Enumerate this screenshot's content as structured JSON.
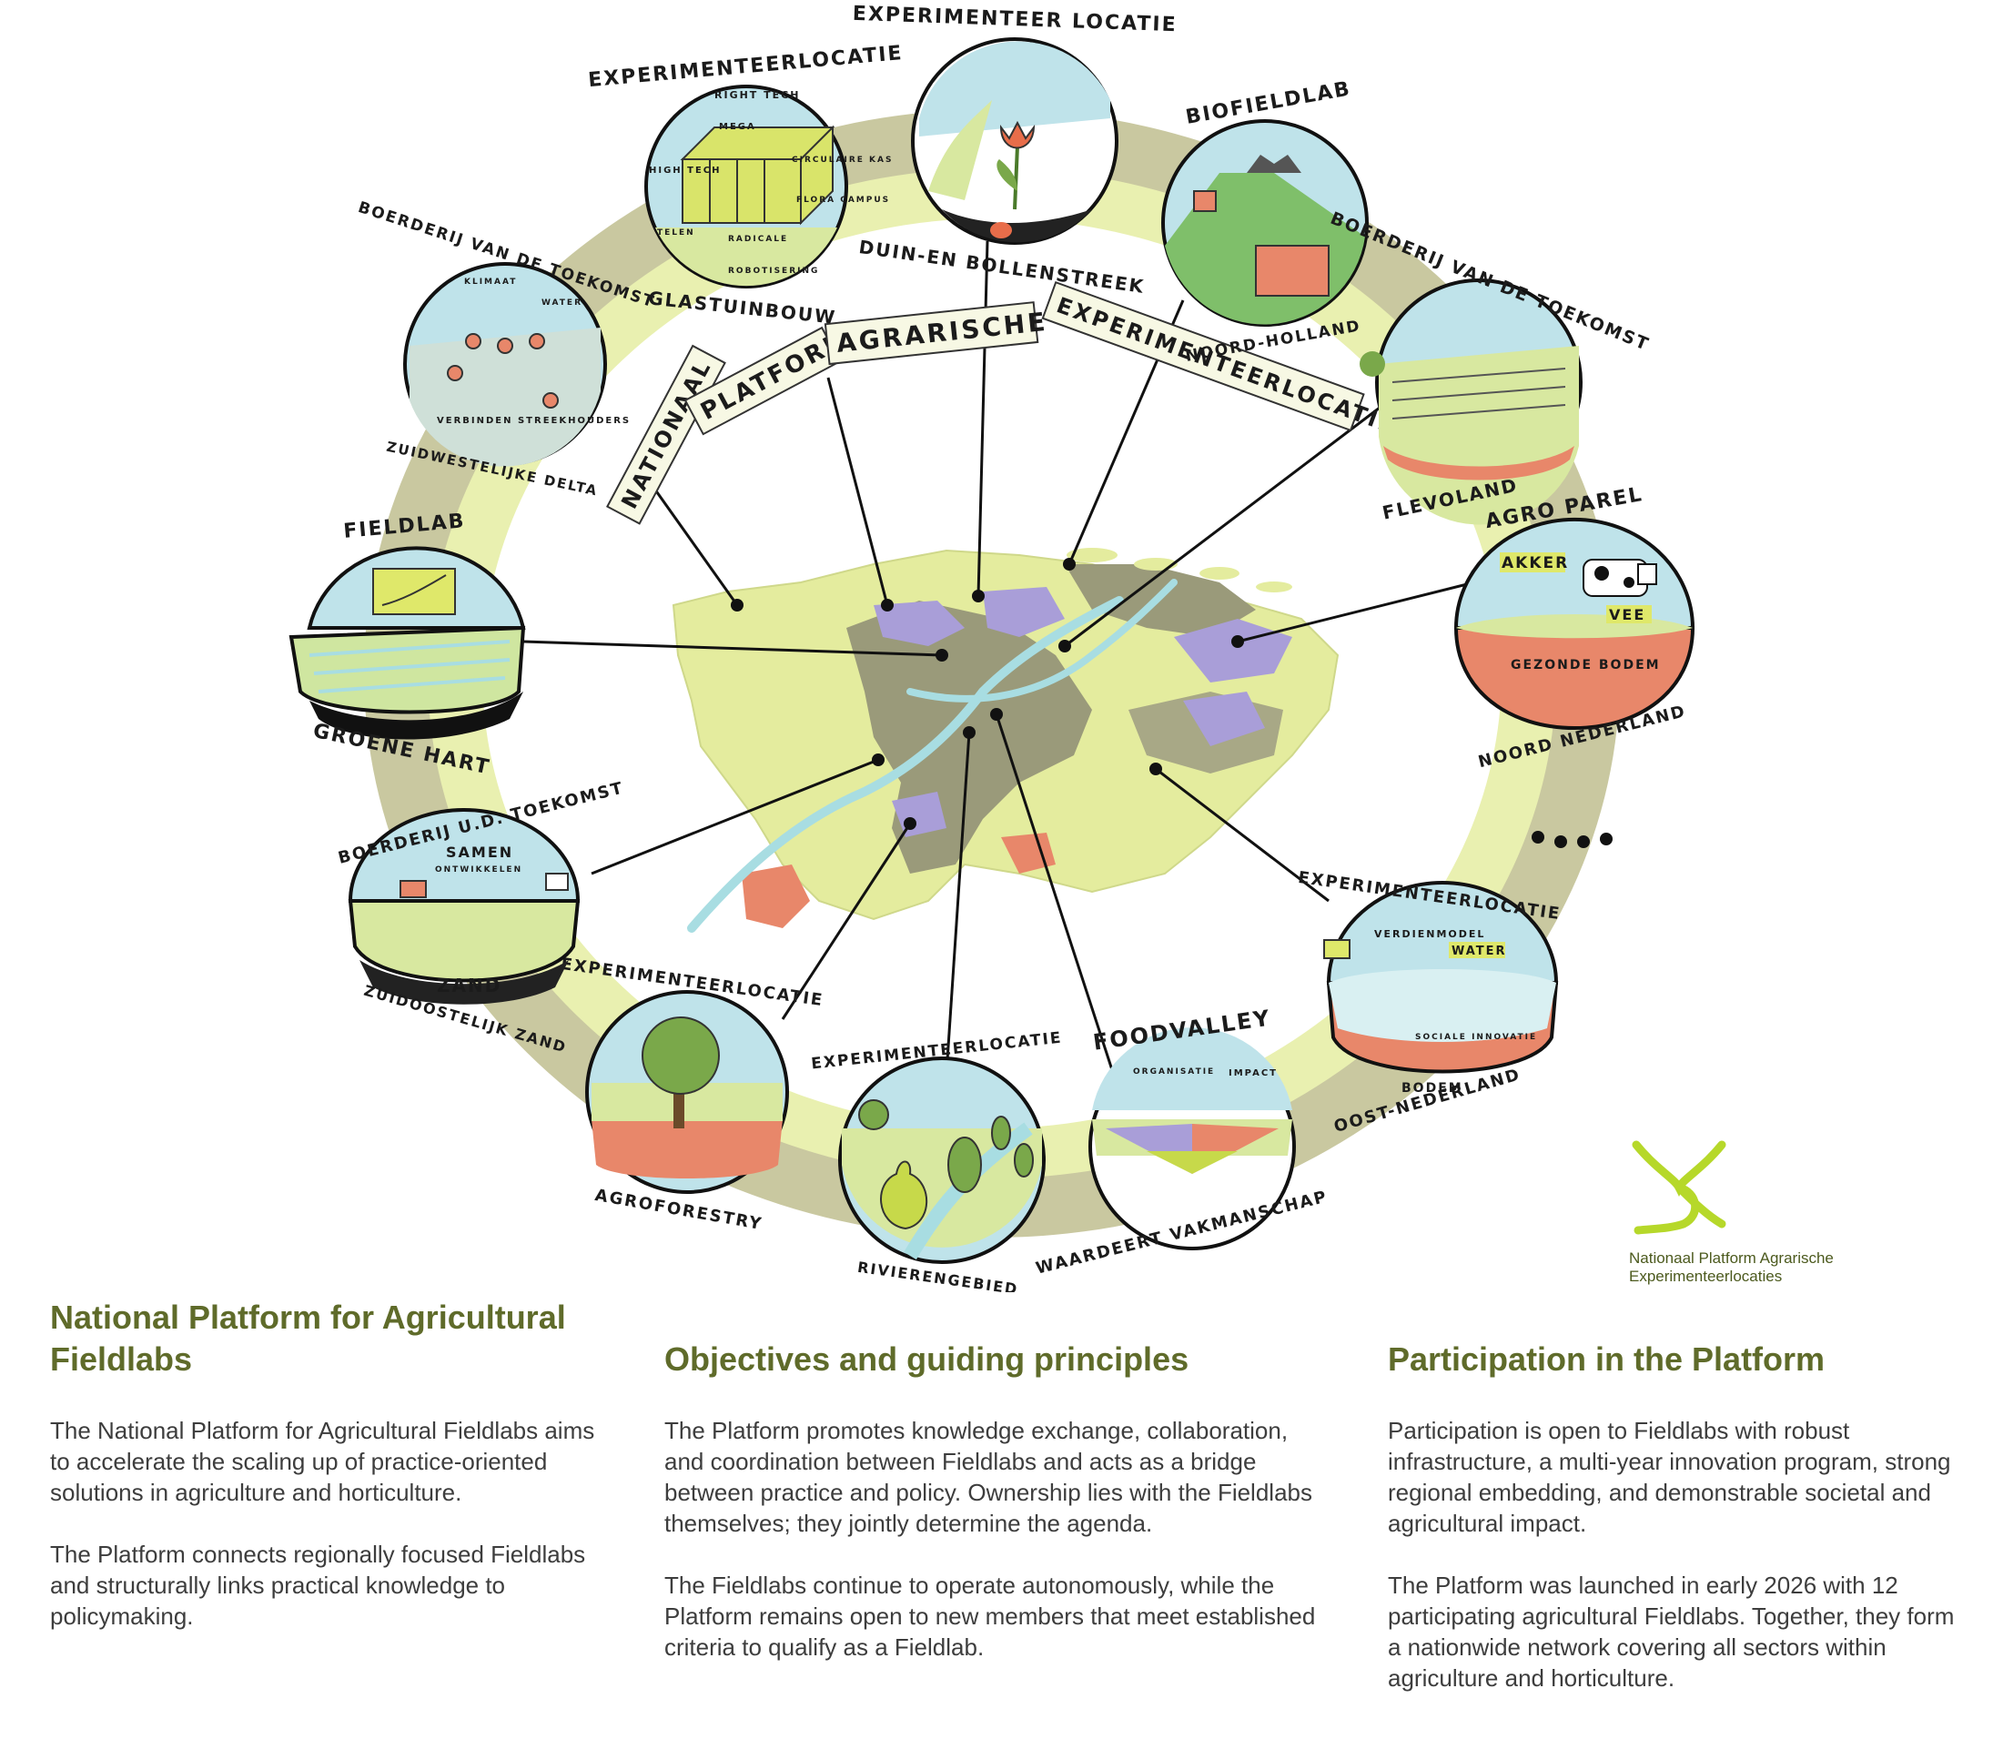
{
  "banner": {
    "words": [
      "NATIONAAL",
      "PLATFORM",
      "AGRARISCHE",
      "EXPERIMENTEERLOCATIES"
    ]
  },
  "colors": {
    "ring_outer": "#c9c8a0",
    "ring_inner": "#e9f0b0",
    "land_yellow": "#e4ec9e",
    "land_olive": "#9a9a7a",
    "land_purple": "#a99ed8",
    "water": "#a8dde2",
    "soil_orange": "#e8876a",
    "circle_sky": "#bfe3ea",
    "heading": "#5f6b2a",
    "logo_green": "#b6d82a"
  },
  "fieldlabs": [
    {
      "top": "EXPERIMENTEERLOCATIE",
      "bottom": "GLASTUINBOUW",
      "inner": [
        "RIGHT TECH",
        "MEGA",
        "HIGH TECH",
        "CIRCULAIRE KAS",
        "FLORA CAMPUS",
        "TELEN",
        "RADICALE",
        "ROBOTISERING"
      ]
    },
    {
      "top": "EXPERIMENTEER LOCATIE",
      "bottom": "DUIN-EN BOLLENSTREEK",
      "inner": []
    },
    {
      "top": "BIOFIELDLAB",
      "bottom": "NOORD-HOLLAND",
      "inner": []
    },
    {
      "top": "BOERDERIJ VAN DE TOEKOMST",
      "bottom": "FLEVOLAND",
      "inner": []
    },
    {
      "top": "AGRO PAREL",
      "bottom": "NOORD NEDERLAND",
      "inner": [
        "AKKER",
        "VEE",
        "GEZONDE BODEM"
      ]
    },
    {
      "top": "EXPERIMENTEERLOCATIE",
      "bottom": "OOST-NEDERLAND",
      "inner": [
        "VERDIENMODEL",
        "WATER",
        "SOCIALE INNOVATIE",
        "BODEM"
      ]
    },
    {
      "top": "FOODVALLEY",
      "bottom": "WAARDEERT VAKMANSCHAP",
      "inner": [
        "ORGANISATIE",
        "IMPACT"
      ]
    },
    {
      "top": "EXPERIMENTEERLOCATIE",
      "bottom": "RIVIERENGEBIED",
      "inner": []
    },
    {
      "top": "EXPERIMENTEERLOCATIE",
      "bottom": "AGROFORESTRY",
      "inner": []
    },
    {
      "top": "BOERDERIJ U.D. TOEKOMST",
      "bottom": "ZUIDOOSTELIJK ZAND",
      "inner": [
        "SAMEN",
        "ONTWIKKELEN",
        "ZAND"
      ]
    },
    {
      "top": "FIELDLAB",
      "bottom": "GROENE HART",
      "inner": []
    },
    {
      "top": "BOERDERIJ VAN DE TOEKOMST",
      "bottom": "ZUIDWESTELIJKE DELTA",
      "inner": [
        "KLIMAAT",
        "WATER",
        "VERBINDEN STREEKHOUDERS"
      ]
    }
  ],
  "logo": {
    "line1": "Nationaal Platform Agrarische",
    "line2": "Experimenteerlocaties"
  },
  "sections": [
    {
      "title": "National Platform for Agricultural Fieldlabs",
      "paragraphs": [
        "The National Platform for Agricultural Fieldlabs aims to accelerate the scaling up of practice-oriented solutions in agriculture and horticulture.",
        "The Platform connects regionally focused Fieldlabs and structurally links practical knowledge to policymaking."
      ]
    },
    {
      "title": "Objectives and guiding principles",
      "paragraphs": [
        "The Platform promotes knowledge exchange, collaboration, and coordination between Fieldlabs and acts as a bridge between practice and policy. Ownership lies with the Fieldlabs themselves; they jointly determine the agenda.",
        "The Fieldlabs continue to operate autonomously, while the Platform remains open to new members that meet established criteria to qualify as a Fieldlab."
      ]
    },
    {
      "title": "Participation in the Platform",
      "paragraphs": [
        "Participation is open to Fieldlabs with robust infrastructure, a multi-year innovation program, strong regional embedding, and demonstrable societal and agricultural impact.",
        "The Platform was launched in early 2026 with 12 participating agricultural Fieldlabs. Together, they form a nationwide network covering all sectors within agriculture and horticulture."
      ]
    }
  ]
}
